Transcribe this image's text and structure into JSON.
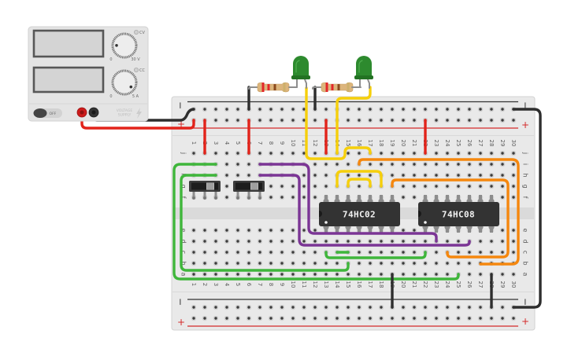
{
  "power_supply": {
    "label_lines": [
      "VOLTAGE",
      "SUPPLY"
    ],
    "power_switch": {
      "label": "OFF",
      "state": "off"
    },
    "voltage_knob": {
      "min_label": "0",
      "max_label": "30 V",
      "indicator_label": "CV",
      "level": 0.17
    },
    "current_knob": {
      "min_label": "0",
      "max_label": "5 A",
      "indicator_label": "CC",
      "level": 0.96
    },
    "terminals": [
      {
        "polarity": "+",
        "color": "#cc1b1b"
      },
      {
        "polarity": "-",
        "color": "#333333"
      }
    ]
  },
  "breadboard": {
    "columns": 30,
    "rows_top": [
      "j",
      "i",
      "h",
      "g",
      "f"
    ],
    "rows_bottom": [
      "e",
      "d",
      "c",
      "b",
      "a"
    ],
    "rail_labels": {
      "negative": "−",
      "positive": "+"
    },
    "rail_colors": {
      "negative": "#333333",
      "positive": "#d42a2a"
    }
  },
  "components": {
    "chips": [
      {
        "label": "74HC02",
        "first_col": 13,
        "pins_per_side": 7
      },
      {
        "label": "74HC08",
        "first_col": 22,
        "pins_per_side": 7
      }
    ],
    "slide_switches": [
      {
        "cols": [
          1,
          2,
          3
        ],
        "row": "f",
        "slider": "right"
      },
      {
        "cols": [
          5,
          6,
          7
        ],
        "row": "f",
        "slider": "right"
      }
    ],
    "resistors": [
      {
        "bands": [
          "red",
          "red",
          "brown",
          "gold"
        ]
      },
      {
        "bands": [
          "red",
          "red",
          "brown",
          "gold"
        ]
      }
    ],
    "leds": [
      {
        "color": "green"
      },
      {
        "color": "green"
      }
    ]
  },
  "colors": {
    "wire": {
      "red": "#e2231a",
      "black": "#2e2e2e",
      "yellow": "#f6cf0b",
      "orange": "#f5870e",
      "purple": "#7b3595",
      "green": "#3fb63b"
    },
    "band": {
      "red": "#e3262a",
      "brown": "#8b4a1e",
      "gold": "#cdb06c"
    },
    "led": {
      "green": "#2d8a2e"
    },
    "led_rim": {
      "green": "#237223"
    },
    "resistor_body": "#dcb57c",
    "chip_body": "#333333"
  },
  "wires": [
    {
      "id": "w1",
      "color": "red",
      "from": "PSU +",
      "to": "top + rail 1"
    },
    {
      "id": "w2",
      "color": "black",
      "from": "PSU −",
      "to": "top − rail 1"
    },
    {
      "id": "w3",
      "color": "red",
      "from": "top + rail 2",
      "to": "j2"
    },
    {
      "id": "w4",
      "color": "red",
      "from": "top + rail 6",
      "to": "j6"
    },
    {
      "id": "w5",
      "color": "red",
      "from": "top + rail 13",
      "to": "j13"
    },
    {
      "id": "w6",
      "color": "red",
      "from": "top + rail 22",
      "to": "j22"
    },
    {
      "id": "w7",
      "color": "black",
      "from": "R1",
      "to": "top − rail 6"
    },
    {
      "id": "w8",
      "color": "black",
      "from": "R2",
      "to": "top − rail 12"
    },
    {
      "id": "w9",
      "color": "yellow",
      "from": "LED1",
      "to": "j17"
    },
    {
      "id": "w10",
      "color": "yellow",
      "from": "LED2",
      "to": "j14"
    },
    {
      "id": "w11",
      "color": "yellow",
      "from": "g14",
      "to": "g18"
    },
    {
      "id": "w12",
      "color": "yellow",
      "from": "g15",
      "to": "g17"
    },
    {
      "id": "w13",
      "color": "orange",
      "from": "i16",
      "to": "b27"
    },
    {
      "id": "w14",
      "color": "orange",
      "from": "g19",
      "to": "c24"
    },
    {
      "id": "w15",
      "color": "purple",
      "from": "i7",
      "to": "d23"
    },
    {
      "id": "w16",
      "color": "purple",
      "from": "h7",
      "to": "d26"
    },
    {
      "id": "w17",
      "color": "green",
      "from": "i3",
      "to": "a25"
    },
    {
      "id": "w18",
      "color": "green",
      "from": "h3",
      "to": "b15"
    },
    {
      "id": "w19",
      "color": "green",
      "from": "c14",
      "to": "c15"
    },
    {
      "id": "w20",
      "color": "green",
      "from": "c13",
      "to": "c22"
    },
    {
      "id": "w21",
      "color": "black",
      "from": "a19",
      "to": "bottom − rail 19"
    },
    {
      "id": "w22",
      "color": "black",
      "from": "a28",
      "to": "bottom − rail 28"
    },
    {
      "id": "w23",
      "color": "black",
      "from": "top − rail 30",
      "to": "bottom − rail 30"
    }
  ]
}
